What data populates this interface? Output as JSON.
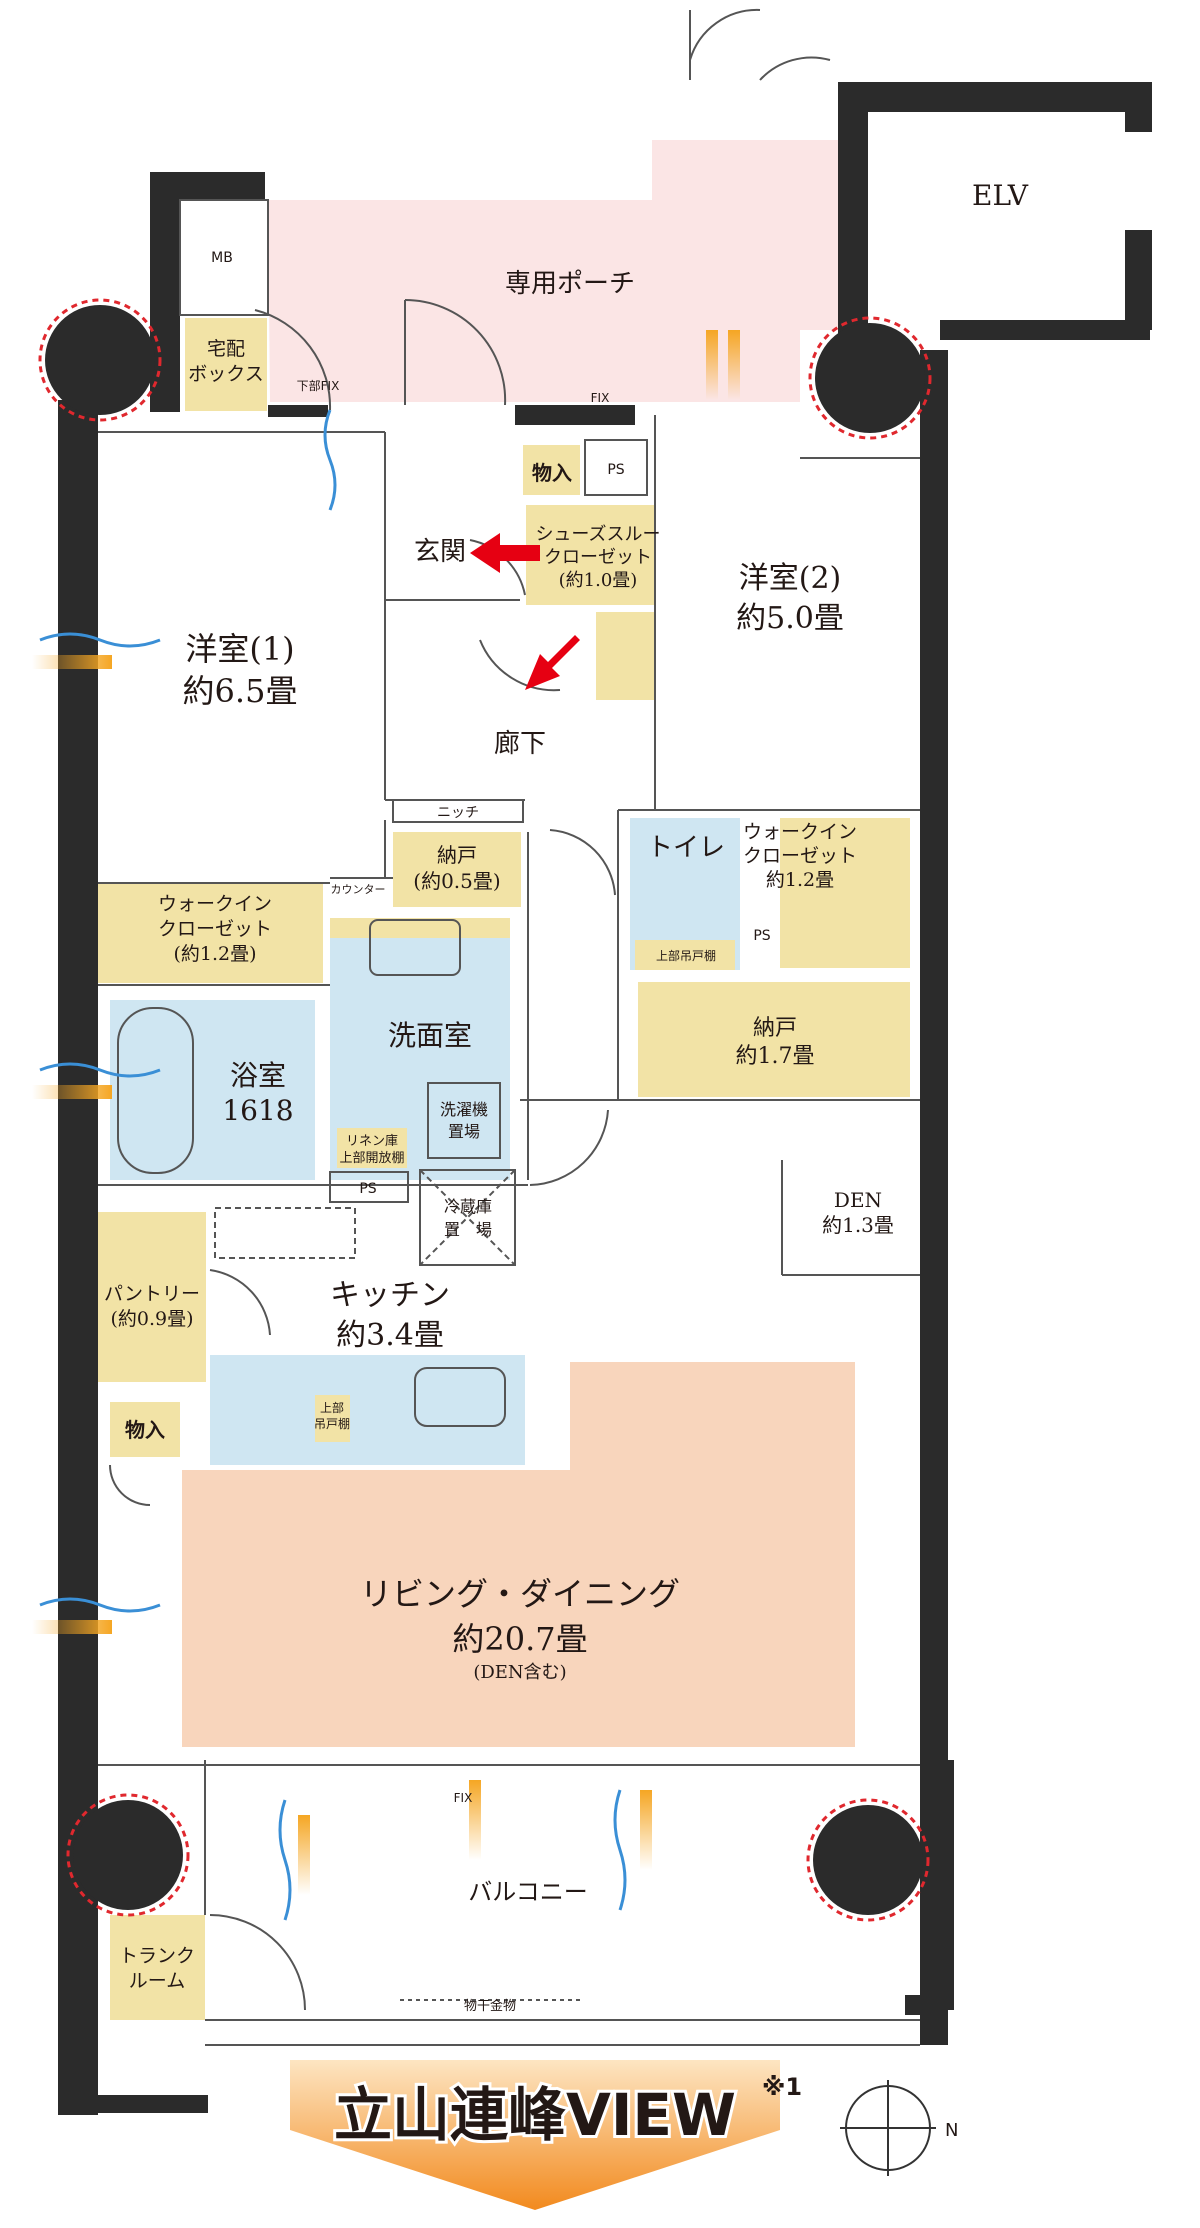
{
  "rooms": {
    "elv": "ELV",
    "porch": "専用ポーチ",
    "mb": "MB",
    "delivery_box": [
      "宅配",
      "ボックス"
    ],
    "lower_fix_left": "下部FIX",
    "fix_right": "FIX",
    "storage_entry": "物入",
    "ps_top": "PS",
    "entrance": "玄関",
    "shoe_closet": [
      "シューズスルー",
      "クローゼット",
      "(約1.0畳)"
    ],
    "western1": [
      "洋室(1)",
      "約6.5畳"
    ],
    "western2": [
      "洋室(2)",
      "約5.0畳"
    ],
    "corridor": "廊下",
    "niche": "ニッチ",
    "storeroom_small": [
      "納戸",
      "(約0.5畳)"
    ],
    "counter": "カウンター",
    "wic_left": [
      "ウォークイン",
      "クローゼット",
      "(約1.2畳)"
    ],
    "toilet": "トイレ",
    "upper_shelf_toilet": "上部吊戸棚",
    "wic_right": [
      "ウォークイン",
      "クローゼット",
      "約1.2畳"
    ],
    "ps_toilet": "PS",
    "storeroom_large": [
      "納戸",
      "約1.7畳"
    ],
    "washroom": "洗面室",
    "bath": [
      "浴室",
      "1618"
    ],
    "linen": [
      "リネン庫",
      "上部開放棚"
    ],
    "washer": [
      "洗濯機",
      "置場"
    ],
    "ps_kitchen": "PS",
    "fridge": [
      "冷蔵庫",
      "置　場"
    ],
    "den": [
      "DEN",
      "約1.3畳"
    ],
    "pantry": [
      "パントリー",
      "(約0.9畳)"
    ],
    "kitchen": [
      "キッチン",
      "約3.4畳"
    ],
    "upper_shelf_kitchen": [
      "上部",
      "吊戸棚"
    ],
    "storage_living": "物入",
    "living": [
      "リビング・ダイニング",
      "約20.7畳",
      "(DEN含む)"
    ],
    "fix_bottom": "FIX",
    "balcony": "バルコニー",
    "trunk_room": [
      "トランク",
      "ルーム"
    ],
    "laundry_rack": "物干金物"
  },
  "banner": {
    "text": "立山連峰VIEW",
    "note": "※1"
  },
  "compass": {
    "label": "N"
  },
  "colors": {
    "wall": "#2b2b2b",
    "porch": "#fbe5e5",
    "storage": "#f2e3a6",
    "wet": "#cfe6f2",
    "living": "#f8d5bc",
    "banner_arrow": "#f39a2c",
    "dashed_circle": "#e0282e",
    "arrow": "#e60012"
  }
}
